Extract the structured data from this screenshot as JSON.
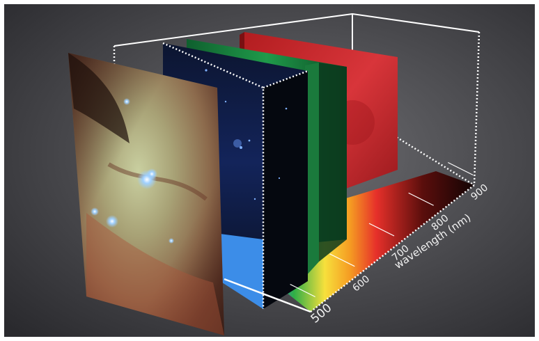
{
  "axis": {
    "title": "wavelength (nm)",
    "ticks": [
      {
        "label": "500",
        "value": 500
      },
      {
        "label": "600",
        "value": 600
      },
      {
        "label": "700",
        "value": 700
      },
      {
        "label": "800",
        "value": 800
      },
      {
        "label": "900",
        "value": 900
      }
    ]
  },
  "colors": {
    "background_center": "#6e6e72",
    "background_edge": "#2a2a2e",
    "box_outline": "#ffffff",
    "blue_slice": "#1f3f9a",
    "green_slice": "#1f9a4a",
    "red_slice": "#c8282a",
    "spectrum": [
      "#3a7be0",
      "#2fae47",
      "#f7e03c",
      "#f59a22",
      "#e6302a",
      "#5a0e0c"
    ]
  },
  "icons": {
    "nebula_image": "nebula-image-icon"
  }
}
